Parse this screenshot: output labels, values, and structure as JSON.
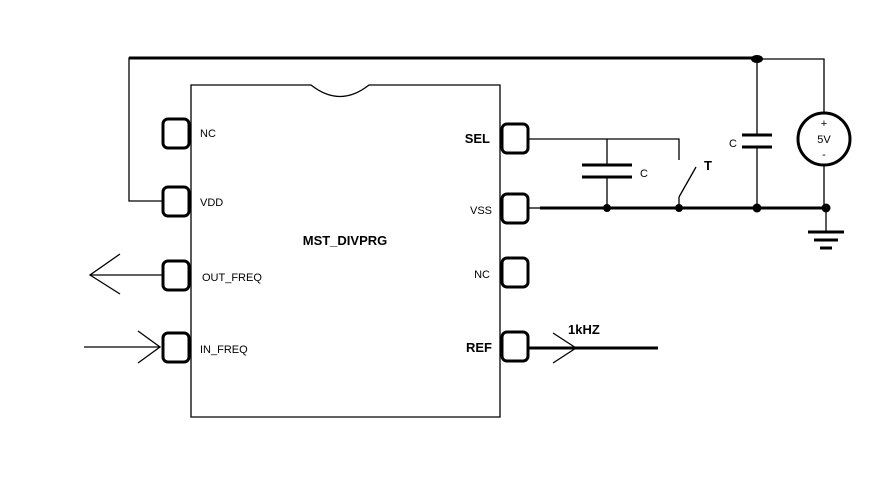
{
  "chip": {
    "name": "MST_DIVPRG",
    "left_pins": [
      "NC",
      "VDD",
      "OUT_FREQ",
      "IN_FREQ"
    ],
    "right_pins": [
      "SEL",
      "VSS",
      "NC",
      "REF"
    ]
  },
  "components": {
    "cap1_label": "C",
    "switch_label": "T",
    "cap2_label": "C",
    "source_value": "5V",
    "source_plus": "+",
    "source_minus": "-",
    "ref_freq": "1kHZ"
  }
}
